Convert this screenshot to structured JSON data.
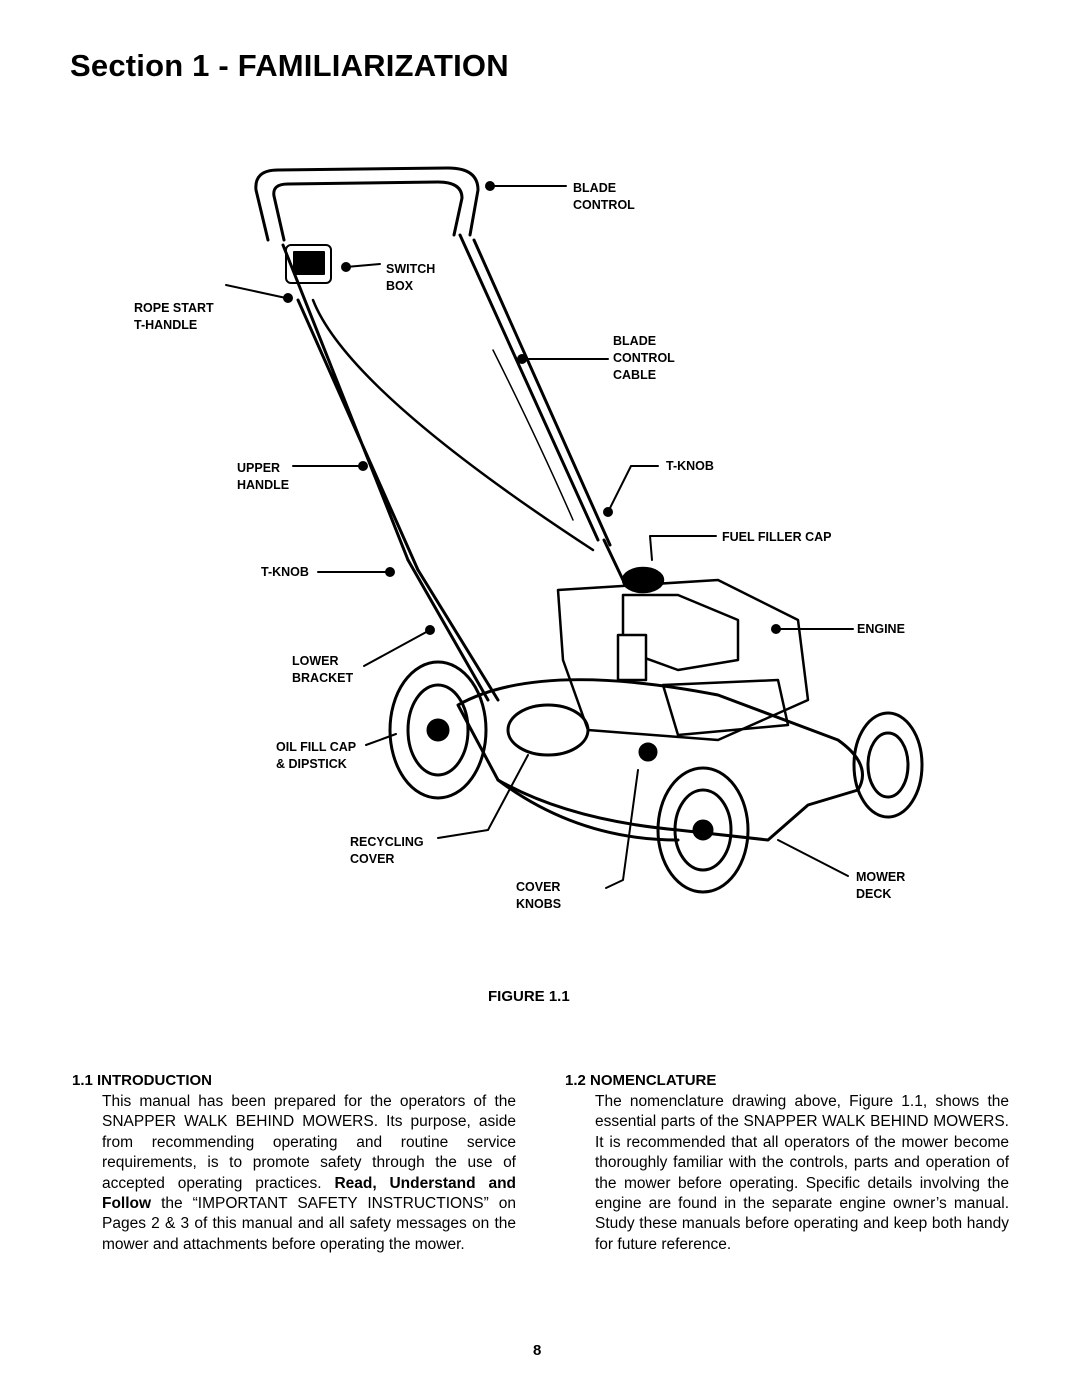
{
  "title": "Section 1 - FAMILIARIZATION",
  "figure": {
    "caption": "FIGURE 1.1",
    "labels": {
      "blade_control": "BLADE\nCONTROL",
      "switch_box": "SWITCH\nBOX",
      "rope_start": "ROPE START\nT-HANDLE",
      "blade_control_cable": "BLADE\nCONTROL\nCABLE",
      "upper_handle": "UPPER\nHANDLE",
      "t_knob_right": "T-KNOB",
      "fuel_filler_cap": "FUEL FILLER CAP",
      "t_knob_left": "T-KNOB",
      "engine": "ENGINE",
      "lower_bracket": "LOWER\nBRACKET",
      "oil_fill_cap": "OIL FILL CAP\n& DIPSTICK",
      "recycling_cover": "RECYCLING\nCOVER",
      "cover_knobs": "COVER\nKNOBS",
      "mower_deck": "MOWER\nDECK"
    }
  },
  "intro": {
    "heading": "1.1 INTRODUCTION",
    "text_a": "This manual has been prepared for the operators of the SNAPPER WALK BEHIND MOWERS. Its purpose, aside from recommending operating and routine service requirements, is to promote safety through the use of accepted operating practices.",
    "bold": "Read, Understand and Follow",
    "text_b": "the “IMPORTANT SAFETY INSTRUCTIONS” on Pages 2 & 3 of this manual and all safety messages on the mower and attachments before operating the mower."
  },
  "nomenclature": {
    "heading": "1.2 NOMENCLATURE",
    "text": "The nomenclature drawing above, Figure 1.1, shows the essential parts of the SNAPPER WALK BEHIND MOWERS.  It is recommended that all operators of the mower become thoroughly familiar with the controls, parts and operation of the mower before operating.  Specific details involving the engine are found in the separate engine owner’s manual.  Study these manuals before operating and keep both handy for future reference."
  },
  "page_number": "8"
}
